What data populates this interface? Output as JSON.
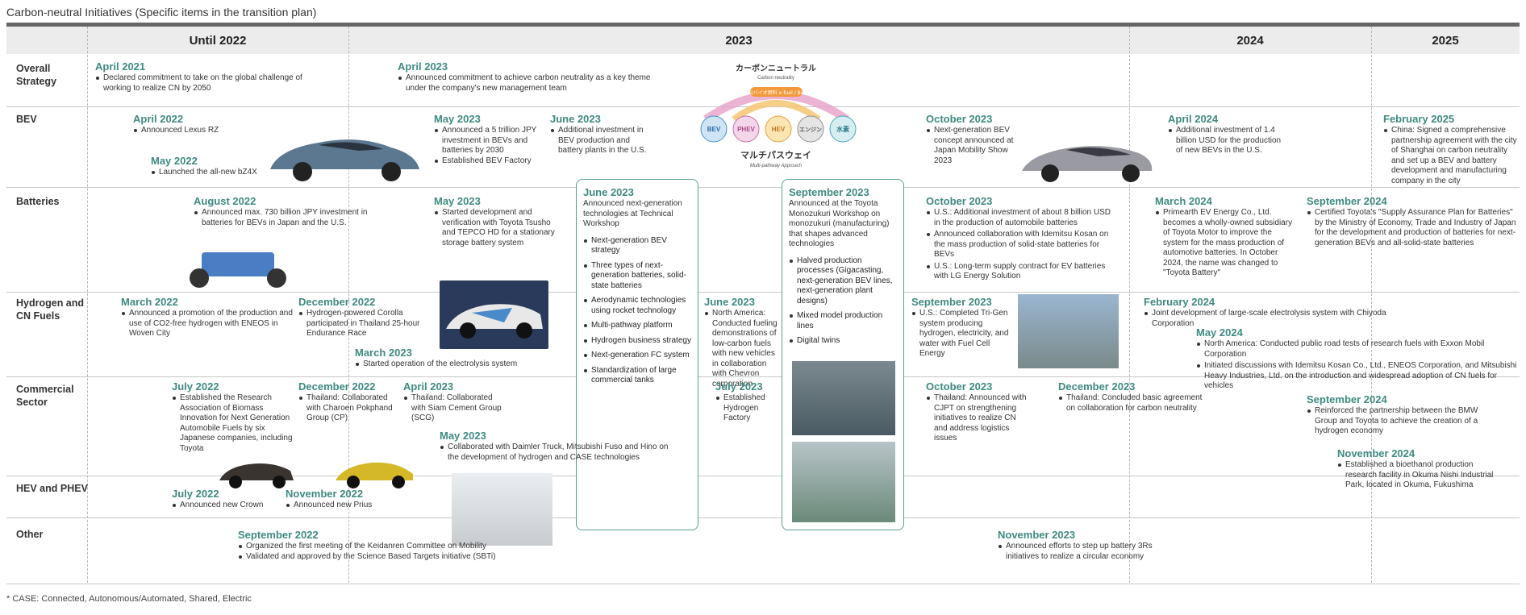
{
  "title": "Carbon-neutral Initiatives (Specific items in the transition plan)",
  "columns": [
    "Until 2022",
    "2023",
    "2024",
    "2025"
  ],
  "rows": [
    "Overall Strategy",
    "BEV",
    "Batteries",
    "Hydrogen and CN Fuels",
    "Commercial Sector",
    "HEV and PHEV",
    "Other"
  ],
  "footnote": "* CASE: Connected, Autonomous/Automated, Shared, Electric",
  "logo": {
    "jp_title": "カーボンニュートラル",
    "en_title": "Carbon neutrality",
    "fuel": "e-fuel/バイオ燃料 e-fuel / Biofuel",
    "bubbles": [
      "BEV",
      "PHEV",
      "HEV",
      "エンジン",
      "水素"
    ],
    "jp_caption": "マルチパスウェイ",
    "en_caption": "Multi-pathway Approach"
  },
  "colors": {
    "accent": "#3e8a80",
    "header_bg": "#ececec",
    "topbar": "#666666"
  },
  "events": {
    "os1": {
      "date": "April 2021",
      "items": [
        "Declared commitment to take on the global challenge of working to realize CN by 2050"
      ]
    },
    "os2": {
      "date": "April 2023",
      "items": [
        "Announced commitment to achieve carbon neutrality as a key theme under the company's new management team"
      ]
    },
    "bev1": {
      "date": "April 2022",
      "items": [
        "Announced Lexus RZ"
      ]
    },
    "bev2": {
      "date": "May 2022",
      "items": [
        "Launched the all-new bZ4X"
      ]
    },
    "bev3": {
      "date": "May 2023",
      "items": [
        "Announced a 5 trillion JPY investment in BEVs and batteries by 2030",
        "Established BEV Factory"
      ]
    },
    "bev4": {
      "date": "June 2023",
      "items": [
        "Additional investment in BEV production and battery plants in the U.S."
      ]
    },
    "bev5": {
      "date": "October 2023",
      "items": [
        "Next-generation BEV concept announced at Japan Mobility Show 2023"
      ]
    },
    "bev6": {
      "date": "April 2024",
      "items": [
        "Additional investment of 1.4 billion USD for the production of new BEVs in the U.S."
      ]
    },
    "bev7": {
      "date": "February 2025",
      "items": [
        "China: Signed a comprehensive partnership agreement with the city of Shanghai on carbon neutrality and set up a BEV and battery development and manufacturing company in the city"
      ]
    },
    "bat1": {
      "date": "August 2022",
      "items": [
        "Announced max. 730 billion JPY investment in batteries for BEVs in Japan and the U.S."
      ]
    },
    "bat2": {
      "date": "May 2023",
      "items": [
        "Started development and verification with Toyota Tsusho and TEPCO HD for a stationary storage battery system"
      ]
    },
    "bat3": {
      "date": "October 2023",
      "items": [
        "U.S.: Additional investment of about 8 billion USD in the production of automobile batteries",
        "Announced collaboration with Idemitsu Kosan on the mass production of solid-state batteries for BEVs",
        "U.S.: Long-term supply contract for EV batteries with LG Energy Solution"
      ]
    },
    "bat4": {
      "date": "March 2024",
      "items": [
        "Primearth EV Energy Co., Ltd. becomes a wholly-owned subsidiary of Toyota Motor to improve the system for the mass production of automotive batteries. In October 2024, the name was changed to \"Toyota Battery\""
      ]
    },
    "bat5": {
      "date": "September 2024",
      "items": [
        "Certified Toyota's \"Supply Assurance Plan for Batteries\" by the Ministry of Economy, Trade and Industry of Japan for the development and production of batteries for next-generation BEVs and all-solid-state batteries"
      ]
    },
    "h1": {
      "date": "March 2022",
      "items": [
        "Announced a promotion of the production and use of CO2-free hydrogen with ENEOS in Woven City"
      ]
    },
    "h2": {
      "date": "December 2022",
      "items": [
        "Hydrogen-powered Corolla participated in Thailand 25-hour Endurance Race"
      ]
    },
    "h3": {
      "date": "March 2023",
      "items": [
        "Started operation of the electrolysis system"
      ]
    },
    "h4": {
      "date": "June 2023",
      "items": [
        "North America: Conducted fueling demonstrations of low-carbon fuels with new vehicles in collaboration with Chevron corporation"
      ]
    },
    "h5": {
      "date": "September 2023",
      "items": [
        "U.S.: Completed Tri-Gen system producing hydrogen, electricity, and water with Fuel Cell Energy"
      ]
    },
    "h6": {
      "date": "February 2024",
      "items": [
        "Joint development of large-scale electrolysis system with Chiyoda Corporation"
      ]
    },
    "h7": {
      "date": "May 2024",
      "items": [
        "North America: Conducted public road tests of research fuels with Exxon Mobil Corporation",
        "Initiated discussions with Idemitsu Kosan Co., Ltd., ENEOS Corporation, and Mitsubishi Heavy Industries, Ltd. on the introduction and widespread adoption of CN fuels for vehicles"
      ]
    },
    "c1": {
      "date": "July 2022",
      "items": [
        "Established the Research Association of Biomass Innovation for Next Generation Automobile Fuels by six Japanese companies, including Toyota"
      ]
    },
    "c2": {
      "date": "December 2022",
      "items": [
        "Thailand: Collaborated with Charoen Pokphand Group (CP)"
      ]
    },
    "c3": {
      "date": "April 2023",
      "items": [
        "Thailand: Collaborated with Siam Cement Group (SCG)"
      ]
    },
    "c4": {
      "date": "May 2023",
      "items": [
        "Collaborated with Daimler Truck, Mitsubishi Fuso and Hino on the development of hydrogen and CASE technologies"
      ]
    },
    "c5": {
      "date": "July 2023",
      "items": [
        "Established Hydrogen Factory"
      ]
    },
    "c6": {
      "date": "October 2023",
      "items": [
        "Thailand: Announced with CJPT on strengthening initiatives to realize CN and address logistics issues"
      ]
    },
    "c7": {
      "date": "December 2023",
      "items": [
        "Thailand: Concluded basic agreement on collaboration for carbon neutrality"
      ]
    },
    "c8": {
      "date": "September 2024",
      "items": [
        "Reinforced the partnership between the BMW Group and Toyota to achieve the creation of a hydrogen economy"
      ]
    },
    "c9": {
      "date": "November 2024",
      "items": [
        "Established a bioethanol production research facility in Okuma Nishi Industrial Park, located in Okuma, Fukushima"
      ]
    },
    "hev1": {
      "date": "July 2022",
      "items": [
        "Announced new Crown"
      ]
    },
    "hev2": {
      "date": "November 2022",
      "items": [
        "Announced new Prius"
      ]
    },
    "o1": {
      "date": "September 2022",
      "items": [
        "Organized the first meeting of the Keidanren Committee on Mobility",
        "Validated and approved by the Science Based Targets initiative (SBTi)"
      ]
    },
    "o2": {
      "date": "November 2023",
      "items": [
        "Announced efforts to step up battery 3Rs initiatives to realize a circular economy"
      ]
    }
  },
  "box_june": {
    "date": "June 2023",
    "intro": "Announced next-generation technologies at Technical Workshop",
    "items": [
      "Next-generation BEV strategy",
      "Three types of next-generation batteries, solid-state batteries",
      "Aerodynamic technologies using rocket technology",
      "Multi-pathway platform",
      "Hydrogen business strategy",
      "Next-generation FC system",
      "Standardization of large commercial tanks"
    ]
  },
  "box_sep": {
    "date": "September 2023",
    "intro": "Announced at the Toyota Monozukuri Workshop on monozukuri (manufacturing) that shapes advanced technologies",
    "items": [
      "Halved production processes (Gigacasting, next-generation BEV lines, next-generation plant designs)",
      "Mixed model production lines",
      "Digital twins"
    ]
  }
}
